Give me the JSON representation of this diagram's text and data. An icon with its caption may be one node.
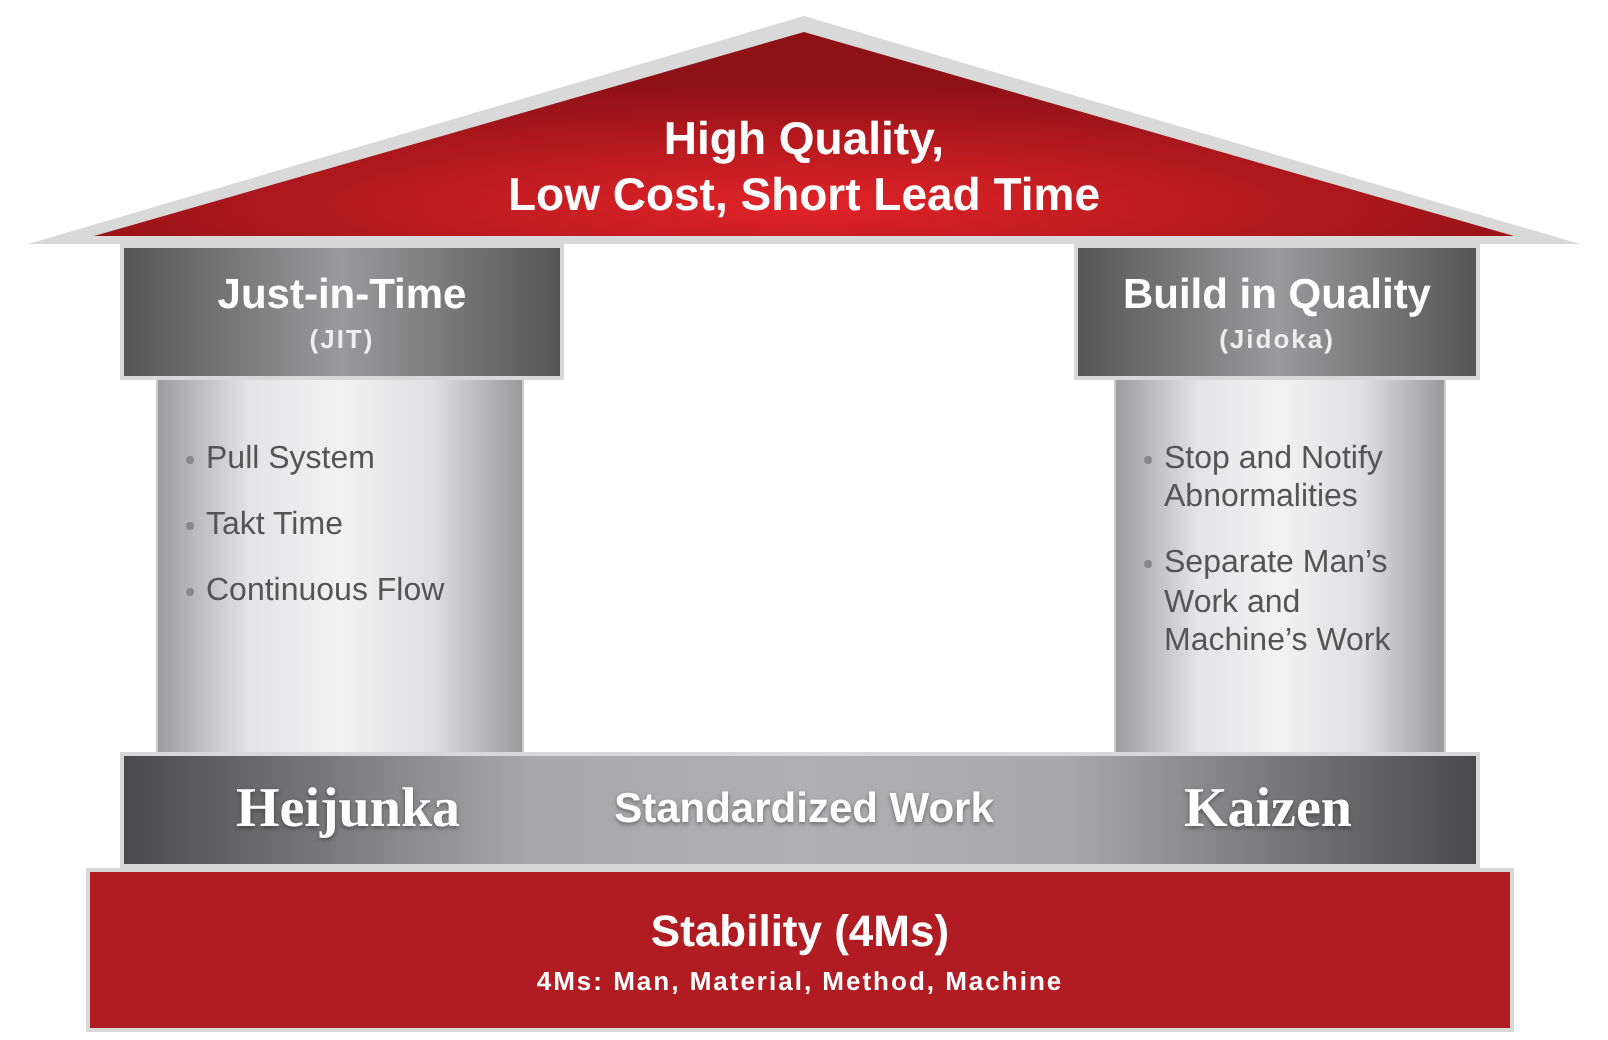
{
  "diagram": {
    "nodes": [
      {
        "text": [
          "High Quality, Low Cost, Short Lead Time"
        ]
      },
      {
        "text": [
          "Just-in-Time",
          "(JIT)"
        ]
      },
      {
        "text": [
          "Build in Quality",
          "(Jidoka)"
        ]
      },
      {
        "text": [
          "Pull System",
          "Takt Time",
          "Continuous Flow"
        ]
      },
      {
        "text": [
          "Stop and Notify Abnormalities",
          "Separate Man’s Work and Machine’s Work"
        ]
      },
      {
        "text": [
          "Heijunka",
          "Standardized Work",
          "Kaizen"
        ]
      },
      {
        "text": [
          "Stability (4Ms)",
          "4Ms: Man, Material, Method, Machine"
        ]
      }
    ]
  }
}
